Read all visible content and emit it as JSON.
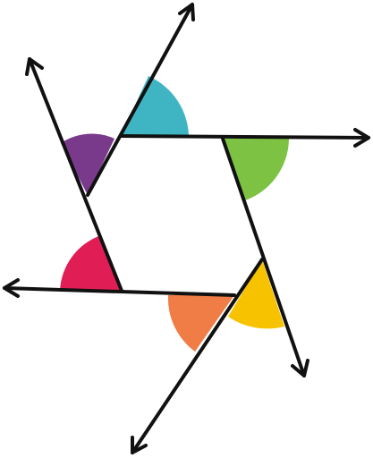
{
  "figure": {
    "description_kind": "exterior-angles-of-hexagon",
    "line_color": "#111111",
    "background": "#ffffff"
  },
  "angles": [
    {
      "id": "top",
      "color": "#3FB5C4"
    },
    {
      "id": "upper-left",
      "color": "#7A3A8C"
    },
    {
      "id": "upper-right",
      "color": "#7DC242"
    },
    {
      "id": "lower-left",
      "color": "#E01E55"
    },
    {
      "id": "lower-middle",
      "color": "#EF7D45"
    },
    {
      "id": "lower-right",
      "color": "#F7C300"
    }
  ]
}
